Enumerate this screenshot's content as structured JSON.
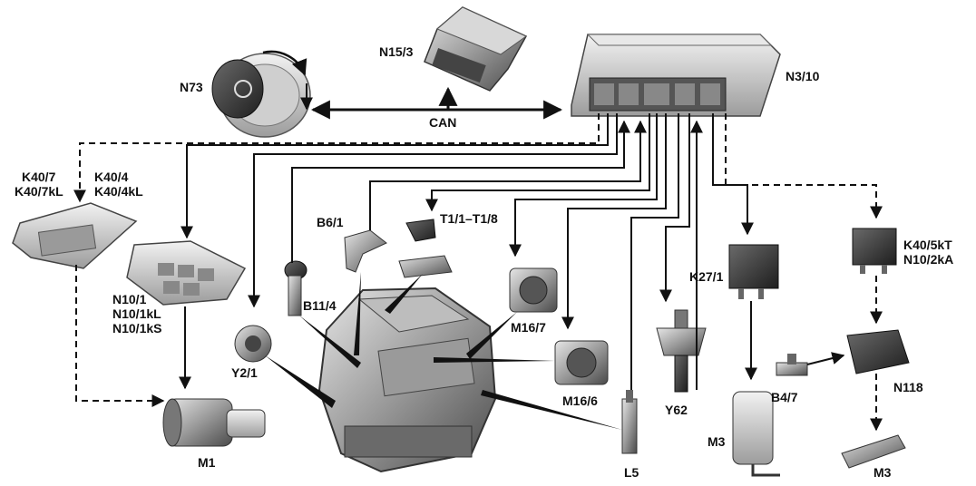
{
  "labels": {
    "n73": "N73",
    "n15_3": "N15/3",
    "n3_10": "N3/10",
    "can": "CAN",
    "k40_7": "K40/7",
    "k40_7kl": "K40/7kL",
    "k40_4": "K40/4",
    "k40_4kl": "K40/4kL",
    "n10_1": "N10/1",
    "n10_1kl": "N10/1kL",
    "n10_1ks": "N10/1kS",
    "b6_1": "B6/1",
    "t1": "T1/1–T1/8",
    "b11_4": "B11/4",
    "y2_1": "Y2/1",
    "m16_7": "M16/7",
    "m16_6": "M16/6",
    "k27_1": "K27/1",
    "k40_5kt": "K40/5kT",
    "n10_2ka": "N10/2kA",
    "b4_7": "B4/7",
    "n118": "N118",
    "y62": "Y62",
    "m1": "M1",
    "l5": "L5",
    "m3_left": "M3",
    "m3_right": "M3"
  },
  "colors": {
    "line": "#111111",
    "component_dark": "#3a3a3a",
    "component_mid": "#8a8a8a",
    "component_light": "#c8c8c8"
  }
}
